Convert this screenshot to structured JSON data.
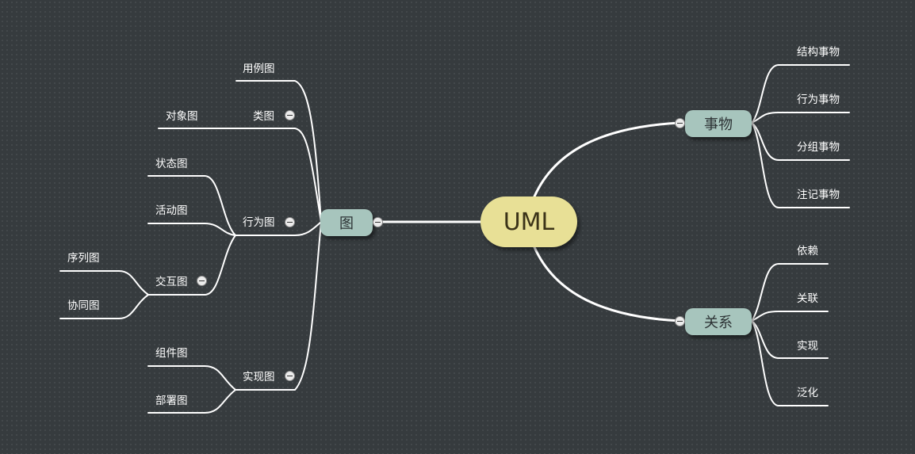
{
  "root": {
    "label": "UML"
  },
  "diagram": {
    "label": "图",
    "children": {
      "use_case": "用例图",
      "class": "类图",
      "object": "对象图",
      "behavior": "行为图",
      "state": "状态图",
      "activity": "活动图",
      "interaction": "交互图",
      "sequence": "序列图",
      "collaboration": "协同图",
      "implementation": "实现图",
      "component": "组件图",
      "deployment": "部署图"
    }
  },
  "things": {
    "label": "事物",
    "children": [
      "结构事物",
      "行为事物",
      "分组事物",
      "注记事物"
    ]
  },
  "relations": {
    "label": "关系",
    "children": [
      "依赖",
      "关联",
      "实现",
      "泛化"
    ]
  },
  "colors": {
    "background": "#363b3e",
    "root_fill": "#e8e096",
    "main_topic_fill": "#a7c5bd",
    "lines": "#ffffff"
  }
}
